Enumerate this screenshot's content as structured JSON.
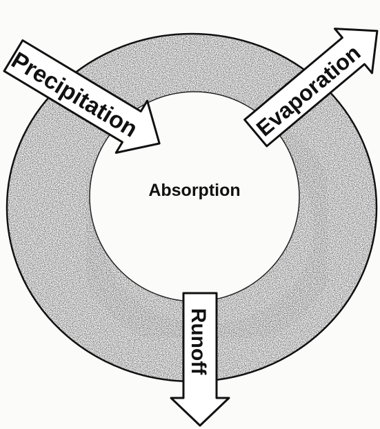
{
  "diagram": {
    "labels": {
      "precipitation": "Precipitation",
      "evaporation": "Evaporation",
      "absorption": "Absorption",
      "runoff": "Runoff"
    },
    "colors": {
      "ring_stipple": "#1a1a1a",
      "paper": "#fbfbfa",
      "outline": "#111111",
      "arrow_fill": "#ffffff"
    }
  }
}
